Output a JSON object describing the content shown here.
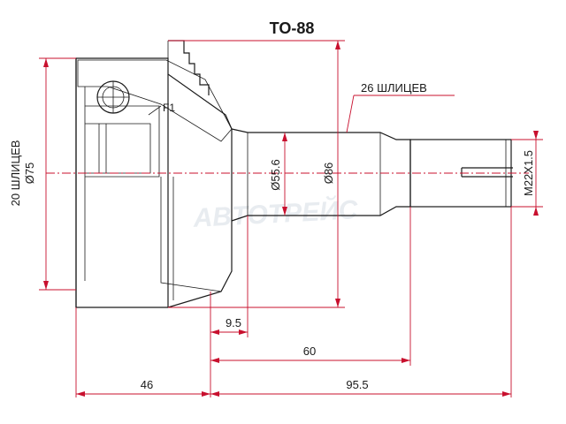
{
  "title": "TO-88",
  "watermark": "ABTOTPEЙC",
  "callouts": {
    "outer_splines": "26 ШЛИЦЕВ",
    "f1": "F1"
  },
  "left_labels": {
    "inner_splines": "20 ШЛИЦЕВ",
    "outer_diameter": "Ø75"
  },
  "diameters": {
    "d_shaft": "Ø55.6",
    "d_flange": "Ø86",
    "thread": "M22X1.5"
  },
  "lengths": {
    "l_9_5": "9.5",
    "l_60": "60",
    "l_46": "46",
    "l_95_5": "95.5"
  },
  "colors": {
    "line": "#1a1a1a",
    "dimension": "#c8102e",
    "watermark": "#d6dde5"
  }
}
